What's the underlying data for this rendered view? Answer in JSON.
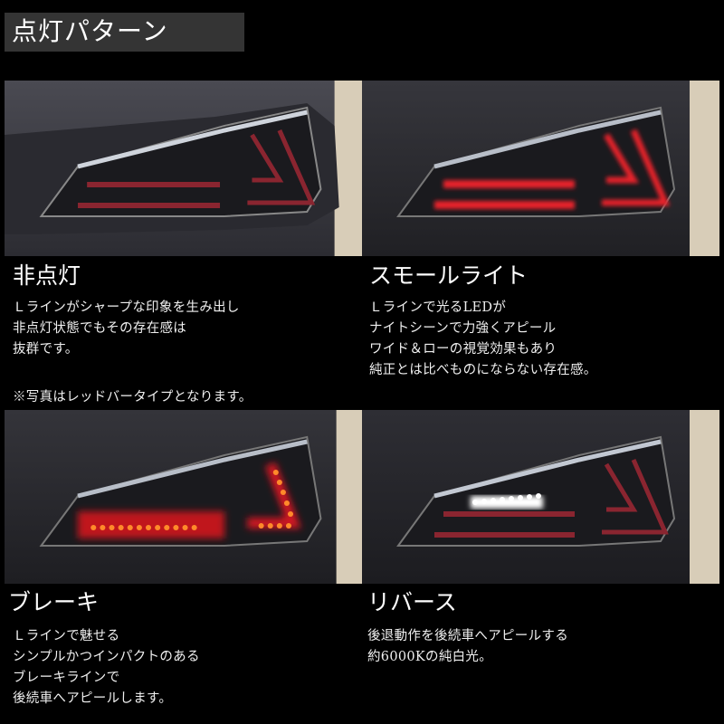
{
  "header": {
    "title": "点灯パターン"
  },
  "colors": {
    "background": "#000000",
    "header_bg": "#343434",
    "text": "#f2f2f2",
    "led_red": "#e8202a",
    "led_amber": "#ff8a2a",
    "led_white": "#ffffff"
  },
  "panels": [
    {
      "id": "off",
      "title": "非点灯",
      "lines": [
        "Ｌラインがシャープな印象を生み出し",
        "非点灯状態でもその存在感は",
        "抜群です。"
      ],
      "note": "※写真はレッドバータイプとなります。",
      "photo_alt": "tail-lamp-unlit"
    },
    {
      "id": "small-light",
      "title": "スモールライト",
      "lines": [
        "Ｌラインで光るLEDが",
        "ナイトシーンで力強くアピール",
        "ワイド＆ローの視覚効果もあり",
        "純正とは比べものにならない存在感。"
      ],
      "photo_alt": "tail-lamp-small-light"
    },
    {
      "id": "brake",
      "title": "ブレーキ",
      "lines": [
        "Ｌラインで魅せる",
        "シンプルかつインパクトのある",
        "ブレーキラインで",
        "後続車へアピールします。"
      ],
      "photo_alt": "tail-lamp-brake"
    },
    {
      "id": "reverse",
      "title": "リバース",
      "lines": [
        "後退動作を後続車へアピールする",
        "約6000Kの純白光。"
      ],
      "photo_alt": "tail-lamp-reverse"
    }
  ]
}
